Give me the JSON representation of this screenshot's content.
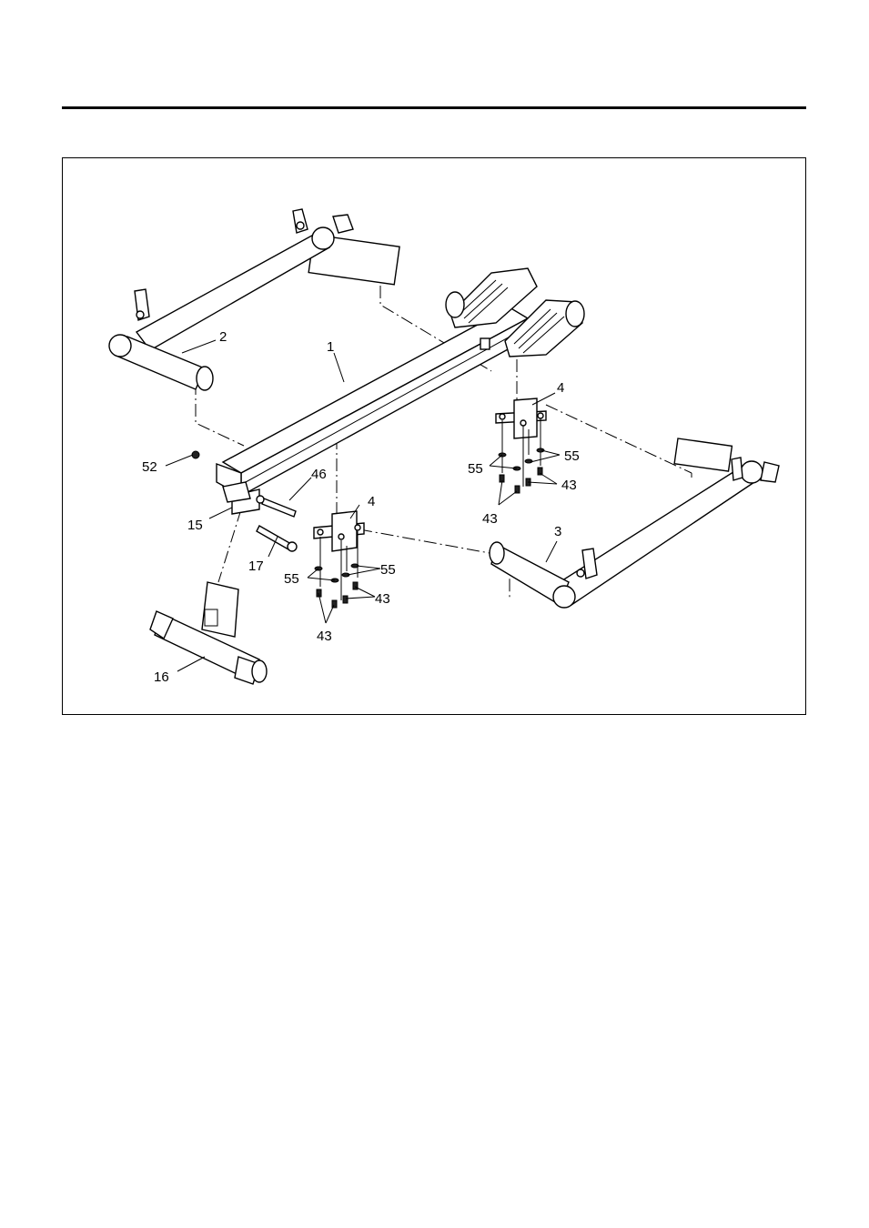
{
  "labels": {
    "p1": "1",
    "p2": "2",
    "p3": "3",
    "p4a": "4",
    "p4b": "4",
    "p15": "15",
    "p16": "16",
    "p17": "17",
    "p46": "46",
    "p52": "52",
    "p55a": "55",
    "p55b": "55",
    "p55c": "55",
    "p55d": "55",
    "p43a": "43",
    "p43b": "43",
    "p43c": "43",
    "p43d": "43"
  }
}
